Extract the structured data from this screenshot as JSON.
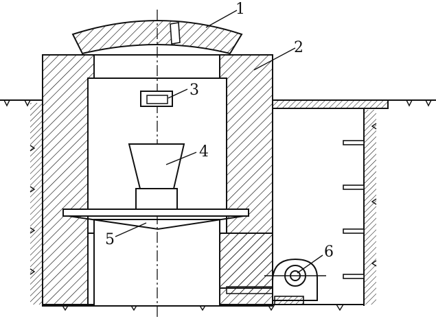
{
  "callouts": {
    "c1": "1",
    "c2": "2",
    "c3": "3",
    "c4": "4",
    "c5": "5",
    "c6": "6"
  },
  "colors": {
    "ink": "#111111",
    "background": "#ffffff"
  }
}
